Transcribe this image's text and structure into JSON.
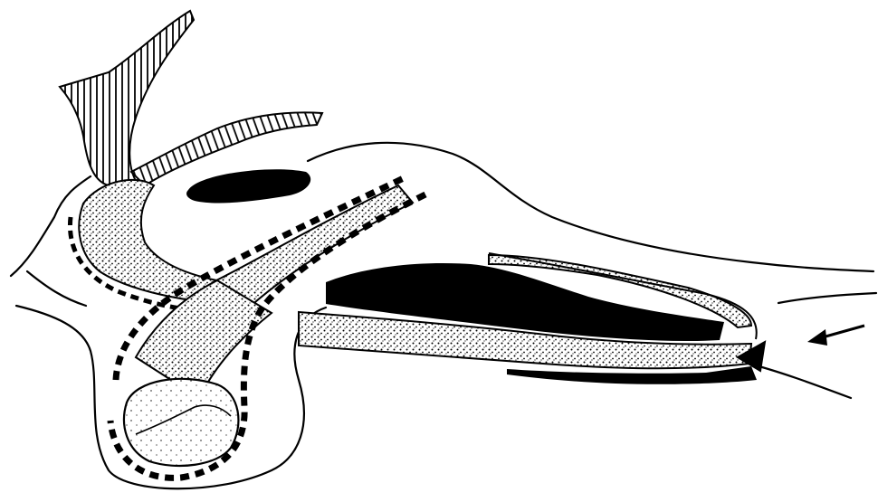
{
  "figure": {
    "style": "black ink line drawing, hatched and stippled fills",
    "colors": {
      "ink": "#000000",
      "paper": "#ffffff"
    },
    "parts": [
      {
        "id": "outer-contour",
        "fill": "none"
      },
      {
        "id": "upper-hatched-flap",
        "fill": "vertical-hatch"
      },
      {
        "id": "upper-segmented-band",
        "fill": "segmented"
      },
      {
        "id": "dark-oval",
        "fill": "solid"
      },
      {
        "id": "left-stippled-band",
        "fill": "stipple"
      },
      {
        "id": "oblique-rod-upper",
        "fill": "stipple"
      },
      {
        "id": "oblique-rod-lower",
        "fill": "stipple"
      },
      {
        "id": "bulb",
        "fill": "light-stipple"
      },
      {
        "id": "dashed-sheath",
        "fill": "dashed-border"
      },
      {
        "id": "horizontal-dark-mass",
        "fill": "solid"
      },
      {
        "id": "horizontal-stippled-band",
        "fill": "stipple"
      },
      {
        "id": "lower-dark-strip",
        "fill": "solid"
      },
      {
        "id": "right-tip",
        "fill": "none"
      },
      {
        "id": "pointer-arrow",
        "direction": "left"
      }
    ]
  }
}
